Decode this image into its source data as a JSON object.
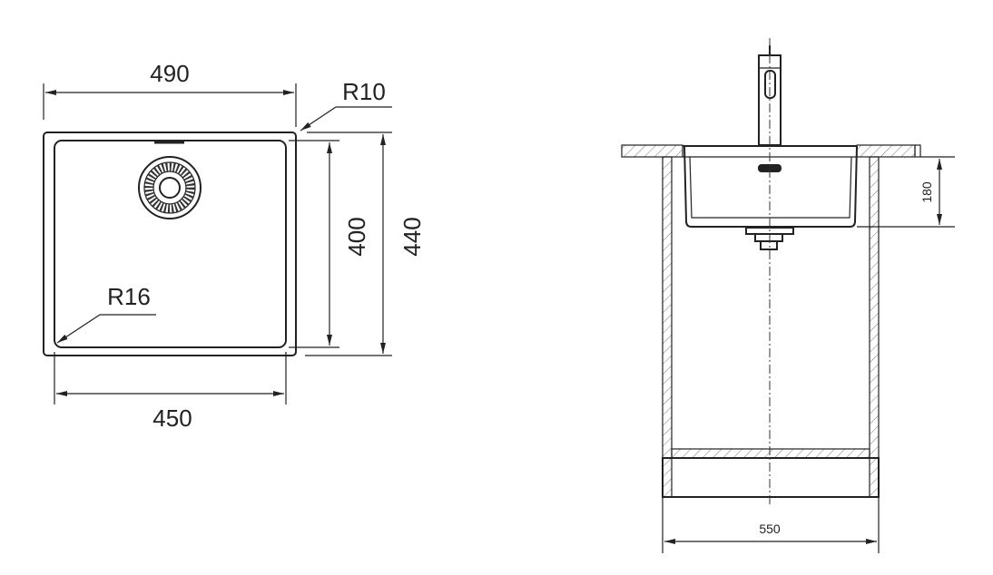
{
  "top_view": {
    "overall_width": "490",
    "bowl_width": "450",
    "bowl_depth": "400",
    "overall_depth": "440",
    "outer_radius": "R10",
    "inner_radius": "R16"
  },
  "side_view": {
    "bowl_height": "180",
    "cabinet_width": "550"
  },
  "colors": {
    "line": "#222222",
    "background": "#ffffff"
  }
}
